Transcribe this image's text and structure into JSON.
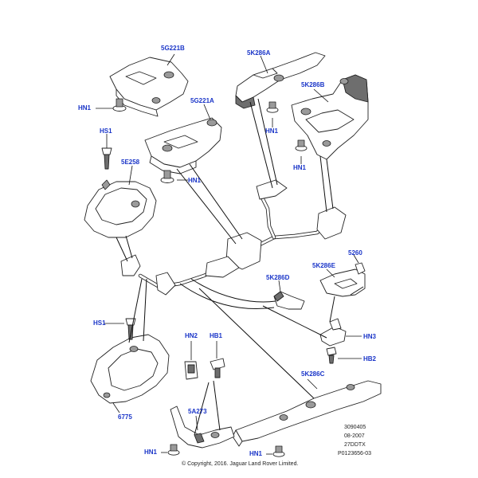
{
  "callouts": {
    "5G221B": "5G221B",
    "5K286A": "5K286A",
    "5K286B": "5K286B",
    "5G221A": "5G221A",
    "HN1_a": "HN1",
    "HN1_b": "HN1",
    "HN1_c": "HN1",
    "HN1_d": "HN1",
    "HN1_e": "HN1",
    "HN1_f": "HN1",
    "HS1_a": "HS1",
    "HS1_b": "HS1",
    "5E258": "5E258",
    "5260": "5260",
    "5K286E": "5K286E",
    "5K286D": "5K286D",
    "HN3": "HN3",
    "HB2": "HB2",
    "HN2": "HN2",
    "HB1": "HB1",
    "5K286C": "5K286C",
    "5A273": "5A273",
    "6775": "6775"
  },
  "footer": {
    "ref1": "3090405",
    "ref2": "08-2007",
    "ref3": "27DDTX",
    "ref4": "P0123656-03",
    "copyright": "© Copyright, 2016. Jaguar Land Rover Limited."
  }
}
